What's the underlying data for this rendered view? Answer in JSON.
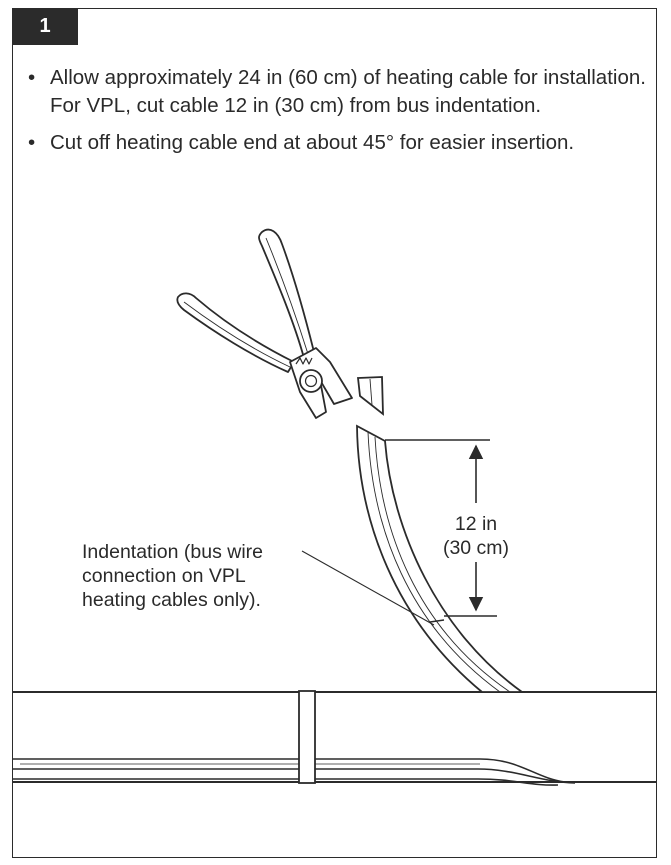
{
  "step": {
    "number": "1"
  },
  "instructions": [
    {
      "bullet": "•",
      "text": "Allow approximately 24 in (60 cm) of heating cable for installation. For VPL, cut cable 12 in (30 cm) from bus indentation."
    },
    {
      "bullet": "•",
      "text": "Cut off heating cable end at about 45° for easier insertion."
    }
  ],
  "illustration": {
    "dimension_label": {
      "line1": "12 in",
      "line2": "(30 cm)"
    },
    "callout": {
      "line1": "Indentation (bus wire",
      "line2": "connection on VPL",
      "line3": "heating cables only)."
    }
  },
  "colors": {
    "ink": "#2b2b2b",
    "background": "#ffffff"
  }
}
